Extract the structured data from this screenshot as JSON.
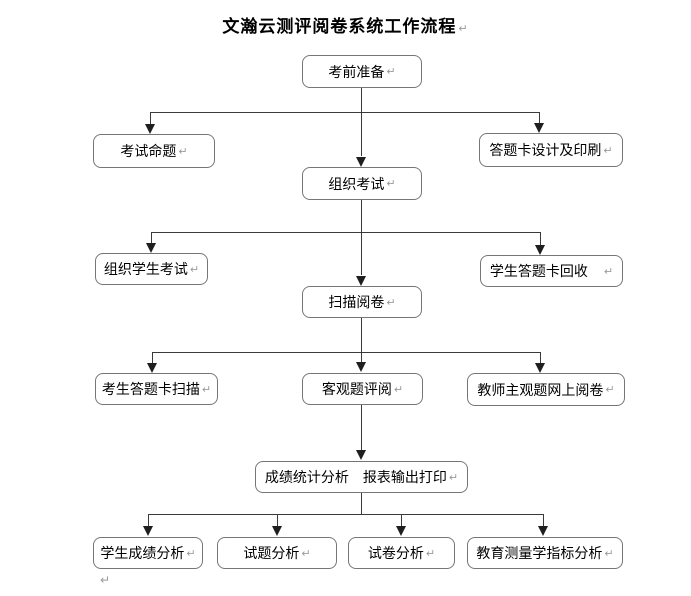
{
  "title": "文瀚云测评阅卷系统工作流程",
  "paragraph_mark": "↵",
  "nodes": [
    {
      "label": "考前准备"
    },
    {
      "label": "考试命题"
    },
    {
      "label": "答题卡设计及印刷"
    },
    {
      "label": "组织考试"
    },
    {
      "label": "组织学生考试"
    },
    {
      "label": "学生答题卡回收　"
    },
    {
      "label": "扫描阅卷"
    },
    {
      "label": "考生答题卡扫描"
    },
    {
      "label": "客观题评阅"
    },
    {
      "label": "教师主观题网上阅卷"
    },
    {
      "label": "成绩统计分析　报表输出打印"
    },
    {
      "label": "学生成绩分析"
    },
    {
      "label": "试题分析"
    },
    {
      "label": "试卷分析"
    },
    {
      "label": "教育测量学指标分析"
    }
  ],
  "colors": {
    "background": "#ffffff",
    "box_border": "#767676",
    "connector_line": "#3a3a3a",
    "arrow": "#1f1f1f",
    "text": "#000000",
    "paragraph_mark": "#9a9a9a"
  }
}
